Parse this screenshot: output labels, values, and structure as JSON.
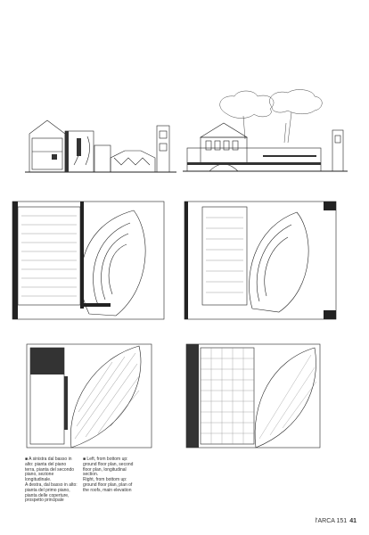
{
  "captions": {
    "italian": [
      "■ A sinistra dal basso in",
      "alto: pianta del piano",
      "terra, pianta del secondo",
      "piano, sezione",
      "longitudinale.",
      "A destra, dal basso in alto:",
      "pianta del primo piano,",
      "pianta delle coperture,",
      "prospetto principale"
    ],
    "english": [
      "■ Left, from bottom up:",
      "ground floor plan, second",
      "floor plan, longitudinal",
      "section.",
      "Right, from bottom up:",
      "ground floor plan, plan of",
      "the roofs, main elevation"
    ]
  },
  "folio": {
    "magazine": "l'ARCA 151",
    "page": "41"
  }
}
